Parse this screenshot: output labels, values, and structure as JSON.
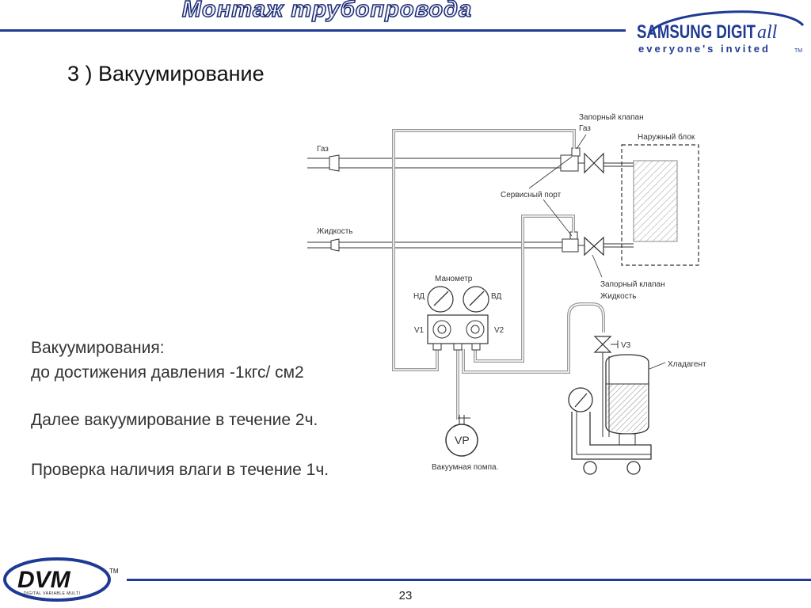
{
  "header": {
    "title": "Монтаж трубопровода",
    "brand": {
      "wordmark": "SAMSUNG DIGIT",
      "wordmark_suffix": "all",
      "tagline": "everyone's invited",
      "tagline_mark": "TM"
    }
  },
  "section": {
    "title": "3 ) Вакуумирование"
  },
  "body": {
    "lines": [
      "Вакуумирования:",
      "до достижения давления  -1кгс/ см2",
      "Далее вакуумирование в течение 2ч.",
      "Проверка наличия влаги в течение 1ч."
    ]
  },
  "diagram": {
    "labels": {
      "gas": "Газ",
      "liquid": "Жидкость",
      "stop_valve": "Запорный клапан",
      "stop_valve_gas": "Газ",
      "outdoor_unit": "Наружный блок",
      "service_port": "Сервисный порт",
      "stop_valve_bottom": "Запорный клапан",
      "stop_valve_liquid": "Жидкость",
      "manometer": "Манометр",
      "low_pressure": "НД",
      "high_pressure": "ВД",
      "v1": "V1",
      "v2": "V2",
      "v3": "V3",
      "refrigerant": "Хладагент",
      "vp": "VP",
      "vacuum_pump": "Вакуумная помпа."
    }
  },
  "footer": {
    "logo": {
      "text": "DVM",
      "mark": "TM",
      "subtitle": "DIGITAL VARIABLE MULTI"
    },
    "page_number": "23"
  },
  "colors": {
    "accent_blue": "#1f3a93",
    "pipe_gray": "#999999"
  }
}
